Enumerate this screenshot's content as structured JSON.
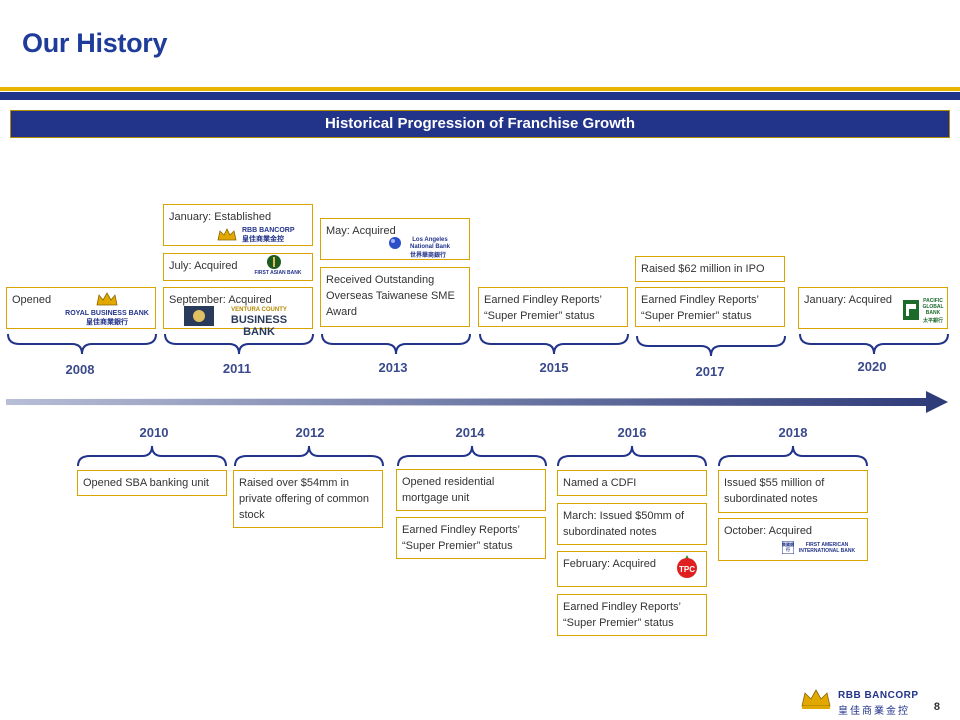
{
  "title": "Our History",
  "banner": "Historical Progression of Franchise Growth",
  "years_top": [
    "2008",
    "2011",
    "2013",
    "2015",
    "2017",
    "2020"
  ],
  "years_bottom": [
    "2010",
    "2012",
    "2014",
    "2016",
    "2018"
  ],
  "boxes": {
    "opened_2008": "Opened",
    "jan_established": "January:  Established",
    "july_acquired": "July:  Acquired",
    "sept_acquired": "September:   Acquired",
    "may_acquired": "May:  Acquired",
    "sme_award": "Received Outstanding Overseas Taiwanese SME Award",
    "findley_2015": "Earned Findley Reports’ “Super Premier” status",
    "ipo_2017": "Raised $62 million in IPO",
    "findley_2017": "Earned Findley Reports’ “Super Premier” status",
    "jan_2020": "January: Acquired",
    "sba_2010": "Opened SBA banking unit",
    "private_2012": "Raised over $54mm in private offering of common stock",
    "mortgage_2014": "Opened residential mortgage unit",
    "findley_2014": "Earned Findley Reports’ “Super Premier” status",
    "cdfi_2016": "Named a CDFI",
    "march_2016": "March:  Issued $50mm of subordinated notes",
    "feb_2016": "February:  Acquired",
    "findley_2016": "Earned Findley Reports’ “Super Premier” status",
    "notes_2018": "Issued $55 million of subordinated notes",
    "oct_2018": "October: Acquired"
  },
  "logos": {
    "royal_business_bank": "ROYAL BUSINESS BANK",
    "royal_cn": "皇佳商業銀行",
    "rbb_bancorp": "RBB BANCORP",
    "rbb_cn": "皇佳商業金控",
    "first_asian": "FIRST ASIAN BANK",
    "ventura": "VENTURA COUNTY",
    "business_bank": "BUSINESS BANK",
    "la_national": "Los Angeles National Bank",
    "la_cn": "世界華商銀行",
    "pacific_global": "PACIFIC GLOBAL BANK",
    "pacific_cn": "太平銀行",
    "tpc": "TPC",
    "fa_intl": "FIRST AMERICAN INTERNATIONAL BANK",
    "fa_cn": "美國銀行"
  },
  "footer": {
    "brand": "RBB BANCORP",
    "brand_cn": "皇佳商業金控",
    "page": "8"
  },
  "colors": {
    "navy": "#22338a",
    "gold": "#d9a400",
    "title_blue": "#1f3c9b"
  }
}
